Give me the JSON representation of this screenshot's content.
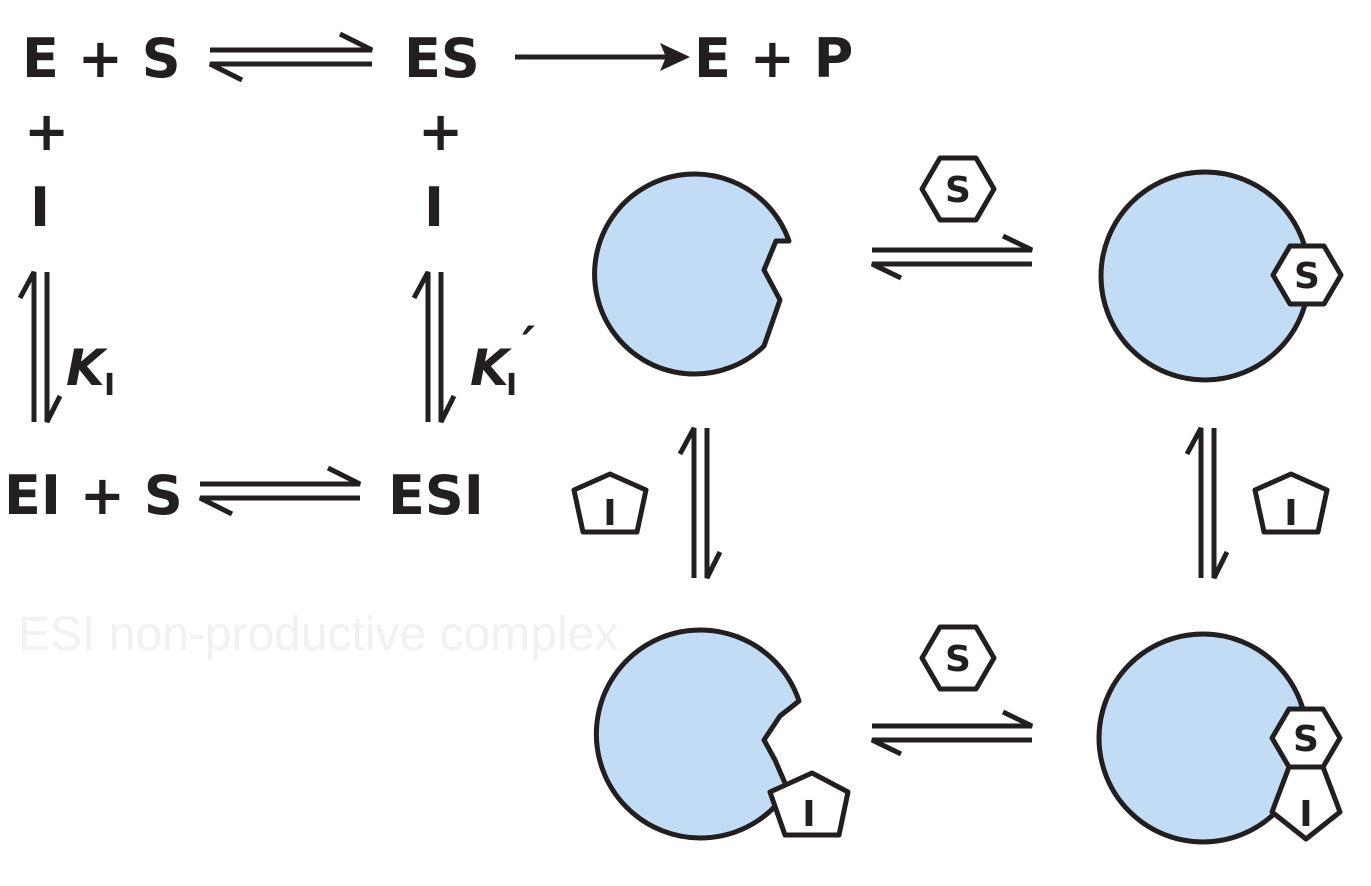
{
  "scheme": {
    "top_left": "E + S",
    "top_middle": "ES",
    "top_right": "E + P",
    "plus": "+",
    "inhibitor": "I",
    "k_i_letter": "K",
    "k_i_subscript": "I",
    "k_i_prime_mark": "′",
    "bottom_left": "EI + S",
    "bottom_middle": "ESI"
  },
  "cartoon": {
    "substrate_symbol": "S",
    "inhibitor_symbol": "I",
    "enzyme_fill": "#c3dcf5",
    "outline_color": "#231f20"
  },
  "faint_background_text": "ESI non-productive complex"
}
